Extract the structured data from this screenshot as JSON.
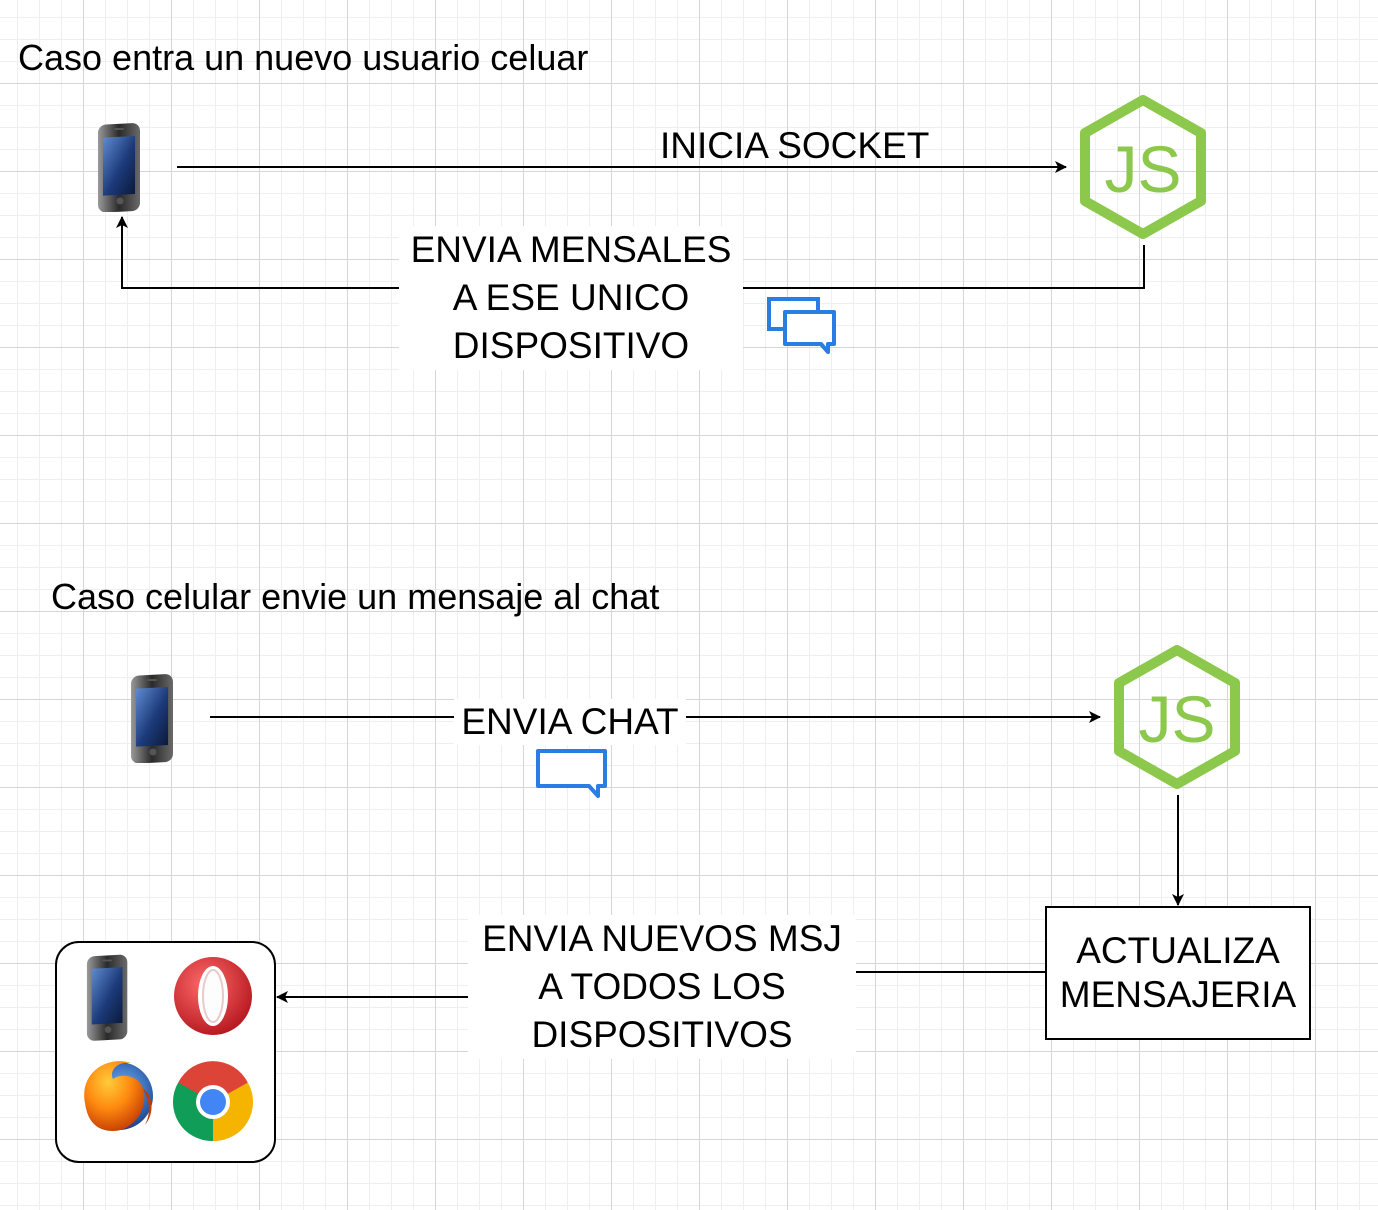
{
  "scenario1": {
    "heading": "Caso entra un nuevo usuario celuar",
    "edge_init": "INICIA SOCKET",
    "edge_reply_lines": [
      "ENVIA MENSALES",
      "A ESE UNICO",
      "DISPOSITIVO"
    ],
    "nodes": {
      "client": "phone-icon",
      "server": "nodejs-logo",
      "messages": "chat-bubbles-icon"
    }
  },
  "scenario2": {
    "heading": "Caso celular envie un mensaje al chat",
    "edge_chat": "ENVIA CHAT",
    "process_lines": [
      "ACTUALIZA",
      "MENSAJERIA"
    ],
    "edge_broadcast_lines": [
      "ENVIA NUEVOS MSJ",
      "A TODOS LOS",
      "DISPOSITIVOS"
    ],
    "nodes": {
      "client": "phone-icon",
      "server": "nodejs-logo",
      "message": "chat-bubble-icon",
      "devices": [
        "phone-icon",
        "opera-icon",
        "firefox-icon",
        "chrome-icon"
      ]
    }
  },
  "colors": {
    "node_green": "#8cc84b",
    "chat_blue": "#2a7de1",
    "opera_red": "#d9363e",
    "firefox_orange": "#e66000",
    "chrome_red": "#db4437",
    "chrome_yellow": "#f4b400",
    "chrome_green": "#0f9d58",
    "chrome_blue": "#4285f4"
  }
}
